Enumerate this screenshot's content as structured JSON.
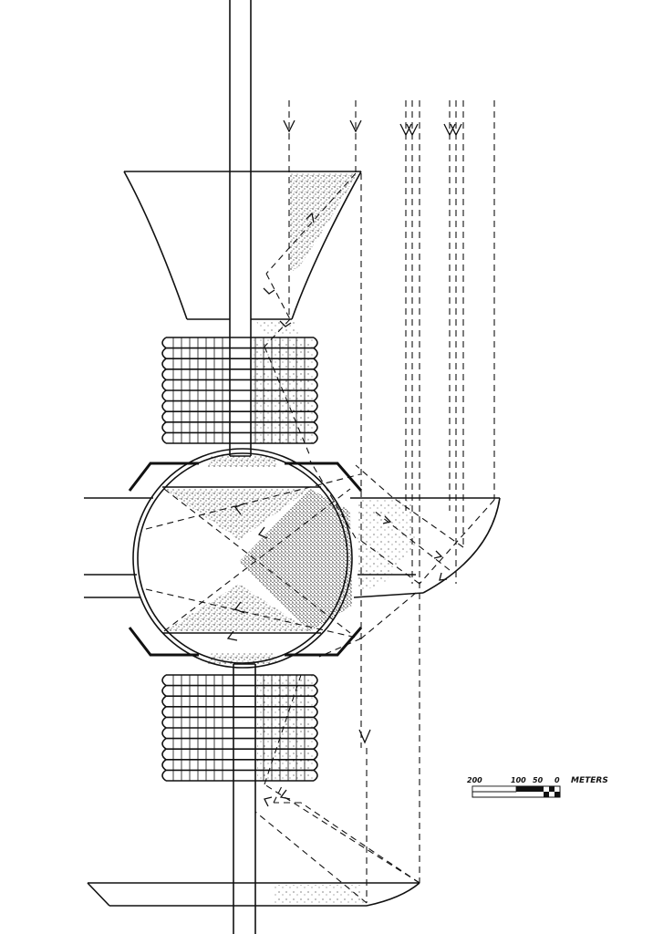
{
  "scale_bar": {
    "ticks": [
      "200",
      "100",
      "50",
      "0"
    ],
    "unit": "METERS"
  }
}
